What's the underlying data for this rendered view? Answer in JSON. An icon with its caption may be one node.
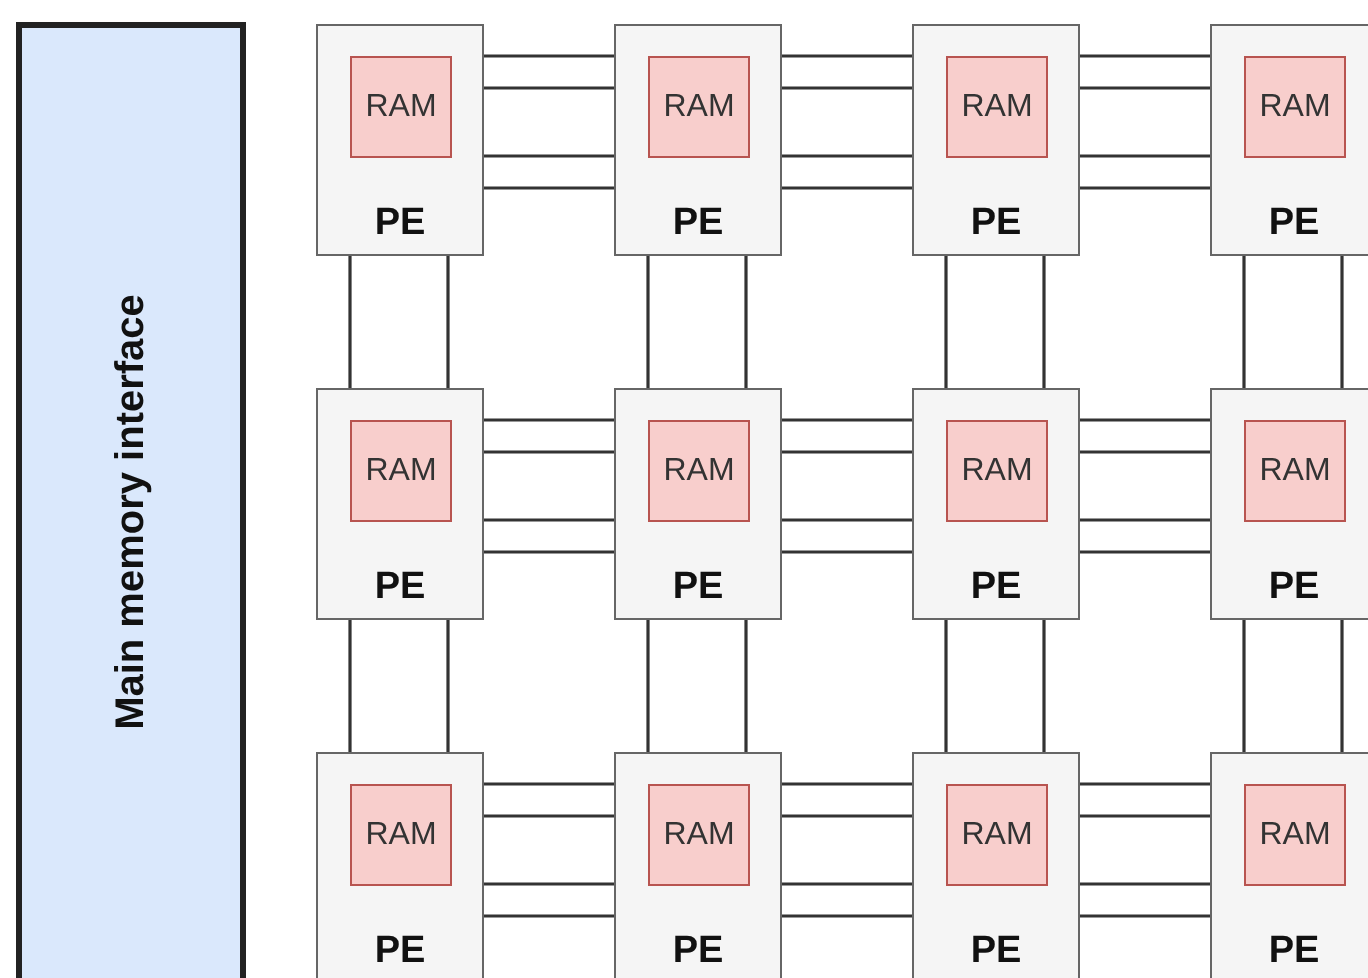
{
  "diagram": {
    "nodes": [
      {
        "text": [
          "Main memory interface"
        ]
      },
      {
        "text": [
          "PE"
        ]
      },
      {
        "text": [
          "RAM"
        ],
        "in": 1
      },
      {
        "text": [
          "PE"
        ]
      },
      {
        "text": [
          "RAM"
        ],
        "in": 3
      },
      {
        "text": [
          "PE"
        ]
      },
      {
        "text": [
          "RAM"
        ],
        "in": 5
      },
      {
        "text": [
          "PE"
        ]
      },
      {
        "text": [
          "RAM"
        ],
        "in": 7
      },
      {
        "text": [
          "PE"
        ]
      },
      {
        "text": [
          "RAM"
        ],
        "in": 9
      },
      {
        "text": [
          "PE"
        ]
      },
      {
        "text": [
          "RAM"
        ],
        "in": 11
      },
      {
        "text": [
          "PE"
        ]
      },
      {
        "text": [
          "RAM"
        ],
        "in": 13
      },
      {
        "text": [
          "PE"
        ]
      },
      {
        "text": [
          "RAM"
        ],
        "in": 15
      },
      {
        "text": [
          "PE"
        ]
      },
      {
        "text": [
          "RAM"
        ],
        "in": 17
      },
      {
        "text": [
          "PE"
        ]
      },
      {
        "text": [
          "RAM"
        ],
        "in": 19
      },
      {
        "text": [
          "PE"
        ]
      },
      {
        "text": [
          "RAM"
        ],
        "in": 21
      },
      {
        "text": [
          "PE"
        ]
      },
      {
        "text": [
          "RAM"
        ],
        "in": 23
      }
    ],
    "edges": [
      {
        "from": 1,
        "to": 3,
        "arrow": "none"
      },
      {
        "from": 1,
        "to": 3,
        "arrow": "none"
      },
      {
        "from": 1,
        "to": 3,
        "arrow": "none"
      },
      {
        "from": 1,
        "to": 3,
        "arrow": "none"
      },
      {
        "from": 3,
        "to": 5,
        "arrow": "none"
      },
      {
        "from": 3,
        "to": 5,
        "arrow": "none"
      },
      {
        "from": 3,
        "to": 5,
        "arrow": "none"
      },
      {
        "from": 3,
        "to": 5,
        "arrow": "none"
      },
      {
        "from": 5,
        "to": 7,
        "arrow": "none"
      },
      {
        "from": 5,
        "to": 7,
        "arrow": "none"
      },
      {
        "from": 5,
        "to": 7,
        "arrow": "none"
      },
      {
        "from": 5,
        "to": 7,
        "arrow": "none"
      },
      {
        "from": 1,
        "to": 9,
        "arrow": "none"
      },
      {
        "from": 1,
        "to": 9,
        "arrow": "none"
      },
      {
        "from": 3,
        "to": 11,
        "arrow": "none"
      },
      {
        "from": 3,
        "to": 11,
        "arrow": "none"
      },
      {
        "from": 5,
        "to": 13,
        "arrow": "none"
      },
      {
        "from": 5,
        "to": 13,
        "arrow": "none"
      },
      {
        "from": 7,
        "to": 15,
        "arrow": "none"
      },
      {
        "from": 7,
        "to": 15,
        "arrow": "none"
      },
      {
        "from": 9,
        "to": 11,
        "arrow": "none"
      },
      {
        "from": 9,
        "to": 11,
        "arrow": "none"
      },
      {
        "from": 9,
        "to": 11,
        "arrow": "none"
      },
      {
        "from": 9,
        "to": 11,
        "arrow": "none"
      },
      {
        "from": 11,
        "to": 13,
        "arrow": "none"
      },
      {
        "from": 11,
        "to": 13,
        "arrow": "none"
      },
      {
        "from": 11,
        "to": 13,
        "arrow": "none"
      },
      {
        "from": 11,
        "to": 13,
        "arrow": "none"
      },
      {
        "from": 13,
        "to": 15,
        "arrow": "none"
      },
      {
        "from": 13,
        "to": 15,
        "arrow": "none"
      },
      {
        "from": 13,
        "to": 15,
        "arrow": "none"
      },
      {
        "from": 13,
        "to": 15,
        "arrow": "none"
      },
      {
        "from": 9,
        "to": 17,
        "arrow": "none"
      },
      {
        "from": 9,
        "to": 17,
        "arrow": "none"
      },
      {
        "from": 11,
        "to": 19,
        "arrow": "none"
      },
      {
        "from": 11,
        "to": 19,
        "arrow": "none"
      },
      {
        "from": 13,
        "to": 21,
        "arrow": "none"
      },
      {
        "from": 13,
        "to": 21,
        "arrow": "none"
      },
      {
        "from": 15,
        "to": 23,
        "arrow": "none"
      },
      {
        "from": 15,
        "to": 23,
        "arrow": "none"
      },
      {
        "from": 17,
        "to": 19,
        "arrow": "none"
      },
      {
        "from": 17,
        "to": 19,
        "arrow": "none"
      },
      {
        "from": 17,
        "to": 19,
        "arrow": "none"
      },
      {
        "from": 17,
        "to": 19,
        "arrow": "none"
      },
      {
        "from": 19,
        "to": 21,
        "arrow": "none"
      },
      {
        "from": 19,
        "to": 21,
        "arrow": "none"
      },
      {
        "from": 19,
        "to": 21,
        "arrow": "none"
      },
      {
        "from": 19,
        "to": 21,
        "arrow": "none"
      },
      {
        "from": 21,
        "to": 23,
        "arrow": "none"
      },
      {
        "from": 21,
        "to": 23,
        "arrow": "none"
      },
      {
        "from": 21,
        "to": 23,
        "arrow": "none"
      },
      {
        "from": 21,
        "to": 23,
        "arrow": "none"
      }
    ]
  }
}
